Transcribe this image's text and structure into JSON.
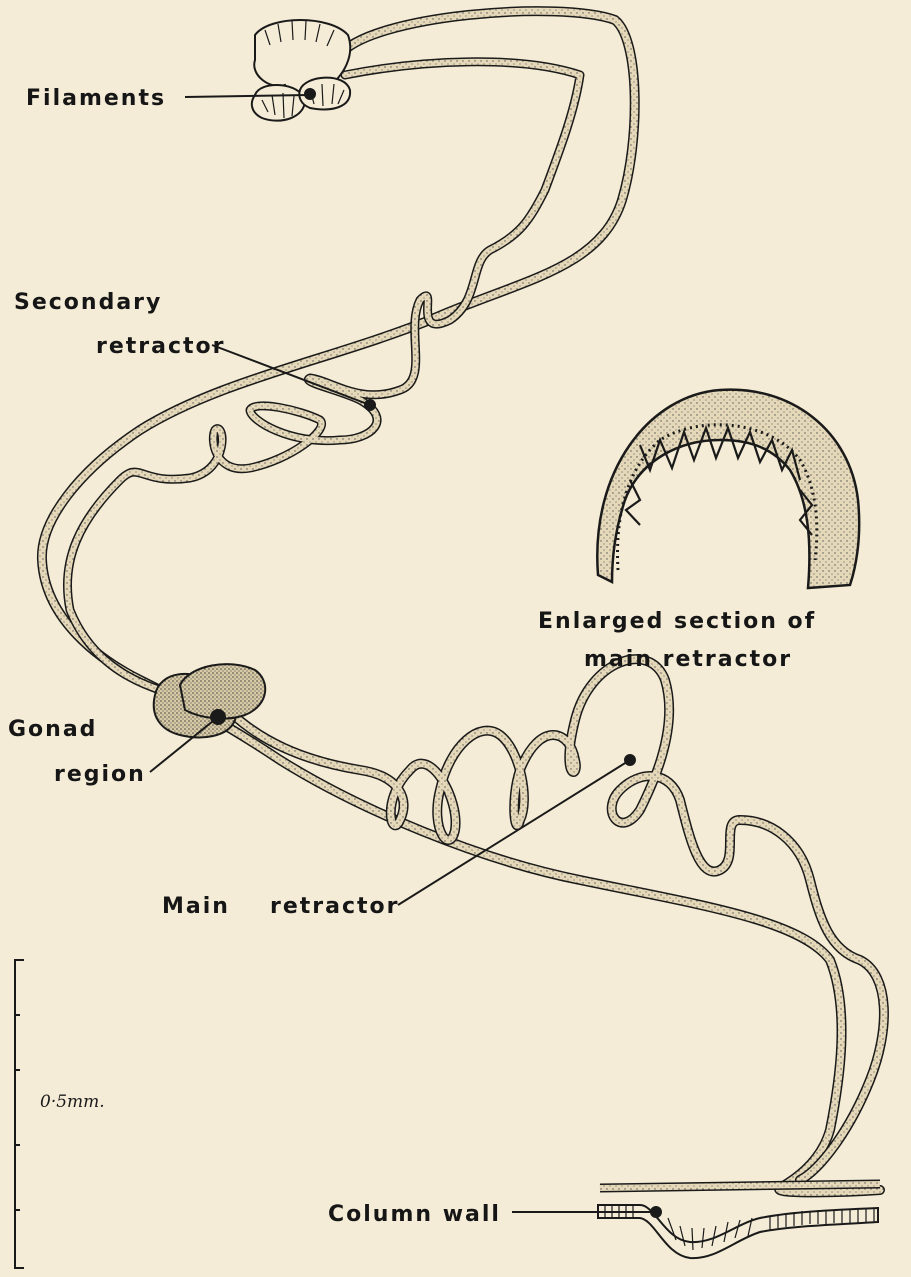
{
  "labels": {
    "filaments": "Filaments",
    "secondary_retractor_line1": "Secondary",
    "secondary_retractor_line2": "retractor",
    "enlarged_line1": "Enlarged  section  of",
    "enlarged_line2": "main  retractor",
    "gonad_line1": "Gonad",
    "gonad_line2": "region",
    "main_retractor_word1": "Main",
    "main_retractor_word2": "retractor",
    "column_wall": "Column wall"
  },
  "scale_bar": {
    "label": "0·5mm."
  },
  "colors": {
    "background": "#f4ecd6",
    "ink": "#161616",
    "stipple_fill": "#e2d6b6"
  }
}
